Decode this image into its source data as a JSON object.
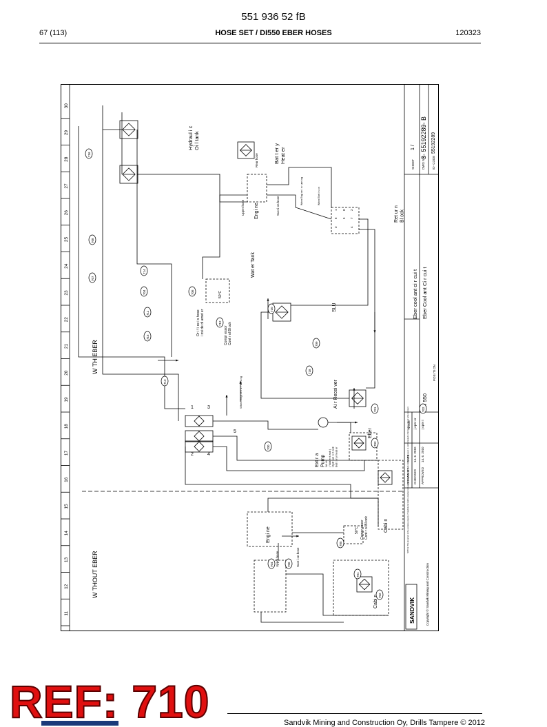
{
  "header": {
    "doc_number": "551 936 52 fB",
    "page": "67 (113)",
    "title": "HOSE SET / DI550 EBER HOSES",
    "date": "120323"
  },
  "ruler": [
    "11",
    "12",
    "13",
    "14",
    "15",
    "16",
    "17",
    "18",
    "19",
    "20",
    "21",
    "22",
    "23",
    "24",
    "25",
    "26",
    "27",
    "28",
    "29",
    "30"
  ],
  "sections": {
    "with": "W TH EBER",
    "without": "W THOUT EBER"
  },
  "components": {
    "hydraulic_tank": "Hydraul i c\nOi l tank",
    "battery_heater": "Bat t er y\nHeat er",
    "water_tank": "Wat er Tank",
    "orifice": "Or i f i ce i s hose\ni nsi de di amet er",
    "compressor_block": "Compr essor\nCont r ol Bl ock",
    "temp": "50°C",
    "engine": "Engi ne",
    "upper_hose": "Upper hose",
    "rear_hose": "Rear hose",
    "suction_hose": "Suct i on hose",
    "return_block": "Ret ur n\nBl ock",
    "slu": "SLU",
    "air_receiver": "Ai r Recei ver",
    "eber": "Eber",
    "extra_pump": "Ext r a\nPump",
    "extra_pump_note": "Wi t h\n( Wat er t ank )\nHydr aul i c t ank\nBat t er y heat er",
    "cabin": "Cabi n",
    "engine_running": "When Engi ne i s r unni ng",
    "engine_running_2": "When Engi ne i s r unni ng",
    "engine_start": "When Ebet i s on",
    "port_labels": [
      "1",
      "2",
      "3",
      "4",
      "5"
    ],
    "rb_ports": [
      "1",
      "2",
      "3",
      "4",
      "5",
      "6",
      "7",
      "8"
    ]
  },
  "hose_refs": [
    "716",
    "708",
    "707",
    "718",
    "706",
    "710",
    "709",
    "712",
    "714",
    "704",
    "711",
    "715",
    "713",
    "701",
    "702",
    "700",
    "703",
    "717",
    "705",
    "706",
    "704",
    "701",
    "702"
  ],
  "title_block": {
    "company": "SANDVIK",
    "copyright": "Copyright © Sandvik Mining and Construction",
    "notice": "NOTICE: This document is the exclusive property of Sandvik and shall be returned on request. The document shall not be copied, used, or communicated to third parties without written consent.",
    "drawn_by": "DRAWN BY",
    "checked": "CHECKED",
    "approved": "APPROVED",
    "date_label": "DATE",
    "name_label": "NAME",
    "date1": "14. 6. 2010",
    "date2": "14. 6. 2010",
    "name1": "j oper er",
    "name2": "j oper i",
    "machine": "DI 550",
    "circuit_1": "Eber Cool ant Ci r cui t",
    "circuit_2": "Eber cool ant ci r cui t",
    "position_label": "POSI TI ON",
    "sheet_label": "SHEET",
    "sheet_value": "1 /",
    "dwg_label": "DWG NR",
    "dwg_value": "3- 55192289- B",
    "code_label": "ID- CODE",
    "code_value": "55192289"
  },
  "ref_stamp": "REF: 710",
  "footer": "Sandvik Mining and Construction Oy, Drills Tampere © 2012"
}
